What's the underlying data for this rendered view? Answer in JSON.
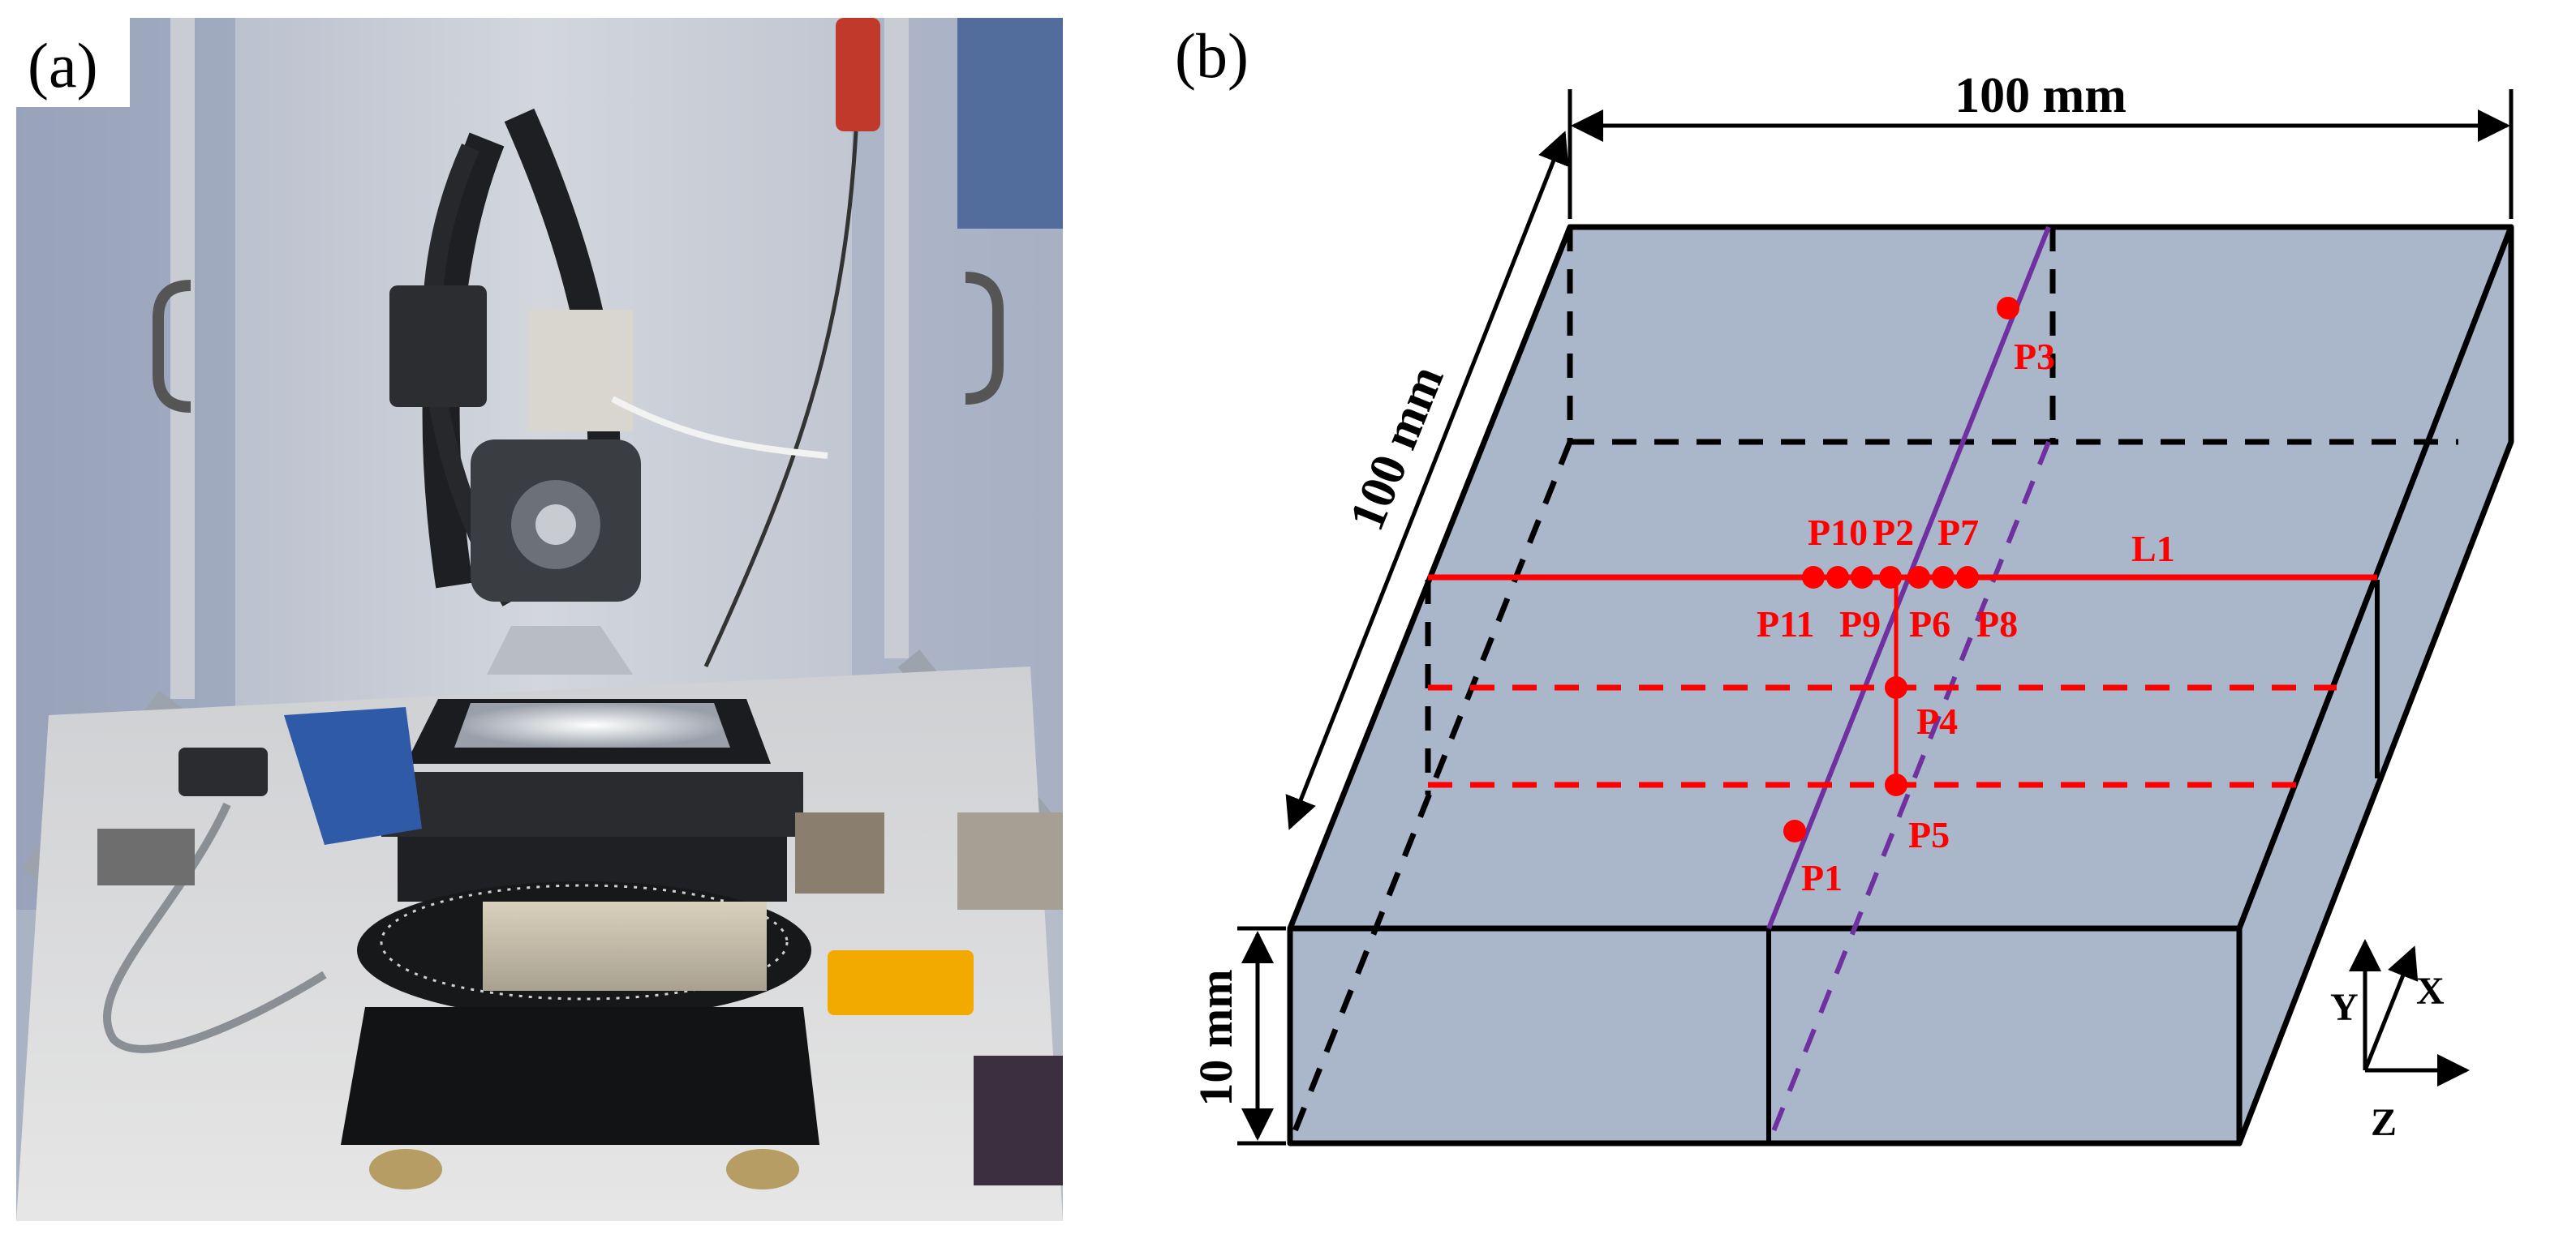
{
  "panel_a": {
    "label": "(a)"
  },
  "panel_b": {
    "label": "(b)",
    "dim_width": "100 mm",
    "dim_depth": "100 mm",
    "dim_height": "10 mm",
    "line_label": "L1",
    "points": {
      "p1": "P1",
      "p2": "P2",
      "p3": "P3",
      "p4": "P4",
      "p5": "P5",
      "p6": "P6",
      "p7": "P7",
      "p8": "P8",
      "p9": "P9",
      "p10": "P10",
      "p11": "P11"
    },
    "axes": {
      "y": "Y",
      "x": "X",
      "z": "Z"
    },
    "colors": {
      "plate": "#aab6c9",
      "points": "#ff0000",
      "scan_line": "#7030a0",
      "outline": "#000000"
    }
  }
}
